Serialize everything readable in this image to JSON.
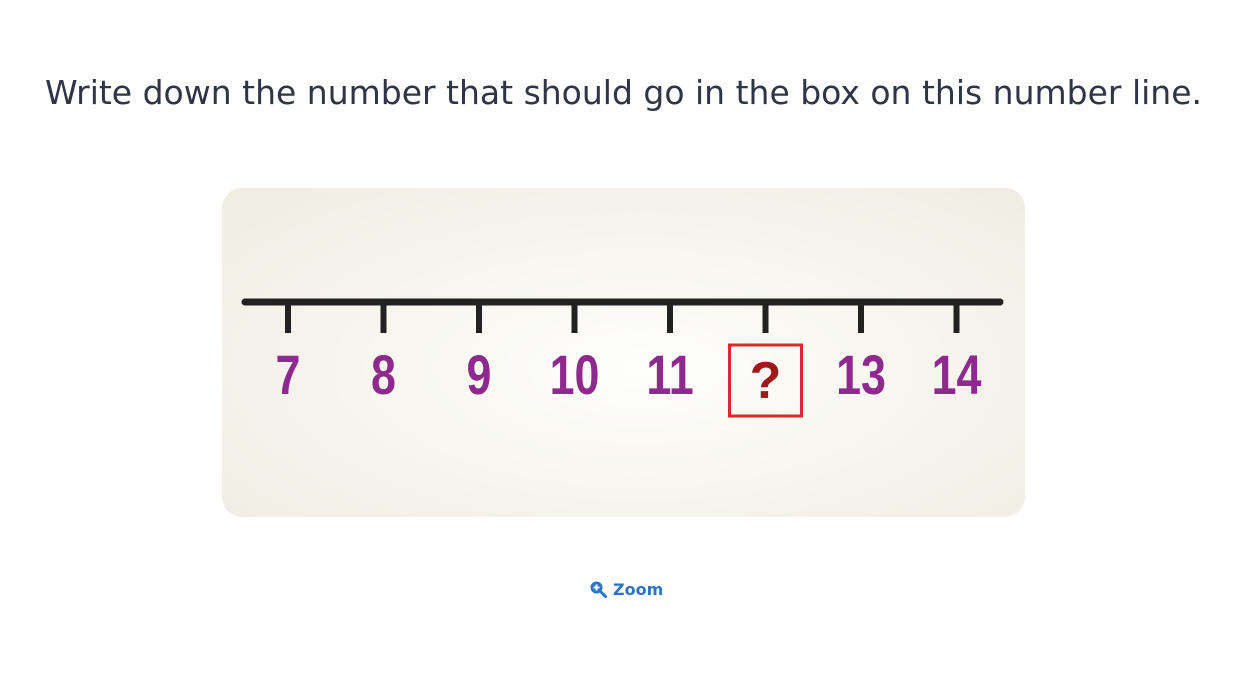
{
  "question": {
    "text": "Write down the number that should go in the box on this number line."
  },
  "number_line": {
    "labels": [
      "7",
      "8",
      "9",
      "10",
      "11",
      "?",
      "13",
      "14"
    ],
    "missing_index": 5,
    "missing_symbol": "?",
    "colors": {
      "line": "#222222",
      "labels": "#8e2a8e",
      "missing_box_border": "#d92b2b",
      "missing_symbol": "#a01818"
    }
  },
  "zoom": {
    "label": "Zoom",
    "icon": "zoom-in-icon"
  }
}
